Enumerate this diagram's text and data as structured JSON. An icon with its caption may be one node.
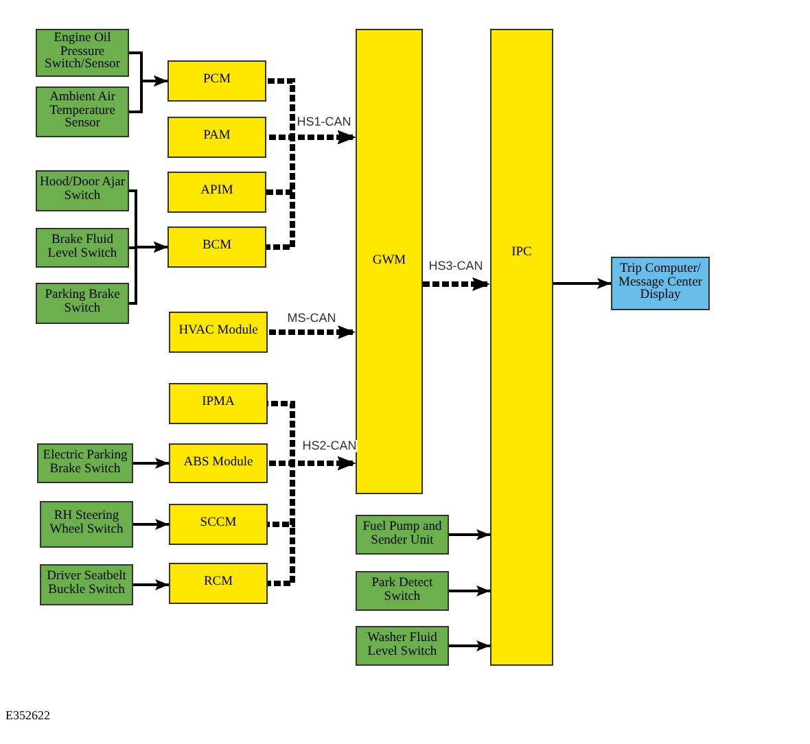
{
  "diagram": {
    "nodes": [
      {
        "text": [
          "Engine Oil Pressure Switch/Sensor"
        ]
      },
      {
        "text": [
          "Ambient Air Temperature Sensor"
        ]
      },
      {
        "text": [
          "Hood/Door Ajar Switch"
        ]
      },
      {
        "text": [
          "Brake Fluid Level Switch"
        ]
      },
      {
        "text": [
          "Parking Brake Switch"
        ]
      },
      {
        "text": [
          "PCM"
        ]
      },
      {
        "text": [
          "PAM"
        ]
      },
      {
        "text": [
          "APIM"
        ]
      },
      {
        "text": [
          "BCM"
        ]
      },
      {
        "text": [
          "HVAC Module"
        ]
      },
      {
        "text": [
          "IPMA"
        ]
      },
      {
        "text": [
          "Electric Parking Brake Switch"
        ]
      },
      {
        "text": [
          "ABS Module"
        ]
      },
      {
        "text": [
          "RH Steering Wheel Switch"
        ]
      },
      {
        "text": [
          "SCCM"
        ]
      },
      {
        "text": [
          "Driver Seatbelt Buckle Switch"
        ]
      },
      {
        "text": [
          "RCM"
        ]
      },
      {
        "text": [
          "GWM"
        ]
      },
      {
        "text": [
          "Fuel Pump and Sender Unit"
        ]
      },
      {
        "text": [
          "Park Detect Switch"
        ]
      },
      {
        "text": [
          "Washer Fluid Level Switch"
        ]
      },
      {
        "text": [
          "IPC"
        ]
      },
      {
        "text": [
          "Trip Computer/ Message Center Display"
        ]
      }
    ],
    "edges": [
      {
        "from": 0,
        "to": 5,
        "arrow": "to"
      },
      {
        "from": 1,
        "to": 5,
        "arrow": "to"
      },
      {
        "from": 2,
        "to": 8,
        "arrow": "to"
      },
      {
        "from": 3,
        "to": 8,
        "arrow": "to"
      },
      {
        "from": 4,
        "to": 8,
        "arrow": "to"
      },
      {
        "from": 5,
        "to": 17,
        "arrow": "to",
        "style": "dashed"
      },
      {
        "from": 6,
        "to": 17,
        "arrow": "to",
        "style": "dashed",
        "label": "HS1-CAN"
      },
      {
        "from": 7,
        "to": 17,
        "arrow": "to",
        "style": "dashed"
      },
      {
        "from": 8,
        "to": 17,
        "arrow": "to",
        "style": "dashed"
      },
      {
        "from": 9,
        "to": 17,
        "arrow": "to",
        "style": "dashed",
        "label": "MS-CAN"
      },
      {
        "from": 10,
        "to": 17,
        "arrow": "to",
        "style": "dashed"
      },
      {
        "from": 12,
        "to": 17,
        "arrow": "to",
        "style": "dashed",
        "label": "HS2-CAN"
      },
      {
        "from": 14,
        "to": 17,
        "arrow": "to",
        "style": "dashed"
      },
      {
        "from": 16,
        "to": 17,
        "arrow": "to",
        "style": "dashed"
      },
      {
        "from": 11,
        "to": 12,
        "arrow": "to"
      },
      {
        "from": 13,
        "to": 14,
        "arrow": "to"
      },
      {
        "from": 15,
        "to": 16,
        "arrow": "to"
      },
      {
        "from": 17,
        "to": 21,
        "arrow": "to",
        "style": "dashed",
        "label": "HS3-CAN"
      },
      {
        "from": 21,
        "to": 22,
        "arrow": "to"
      },
      {
        "from": 18,
        "to": 21,
        "arrow": "to"
      },
      {
        "from": 19,
        "to": 21,
        "arrow": "to"
      },
      {
        "from": 20,
        "to": 21,
        "arrow": "to"
      }
    ],
    "labels": [
      "E352622"
    ]
  }
}
